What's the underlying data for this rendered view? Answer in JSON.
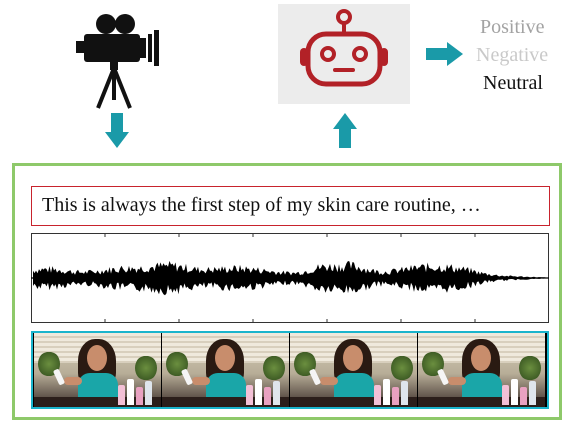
{
  "outputs": {
    "positive": "Positive",
    "negative": "Negative",
    "neutral": "Neutral"
  },
  "transcript": "This is always the first step of my skin care routine, …",
  "icons": {
    "camera": "video-camera-icon",
    "robot": "robot-icon",
    "arrow_down": "arrow-down-icon",
    "arrow_up": "arrow-up-icon",
    "arrow_right": "arrow-right-icon"
  },
  "colors": {
    "arrow": "#1a9aa8",
    "robot": "#b22127",
    "panel_border": "#8ec96a",
    "text_border": "#c8232d",
    "frames_border": "#1ab4cc"
  },
  "video_frames": [
    {
      "frame": 1
    },
    {
      "frame": 2
    },
    {
      "frame": 3
    },
    {
      "frame": 4
    }
  ]
}
